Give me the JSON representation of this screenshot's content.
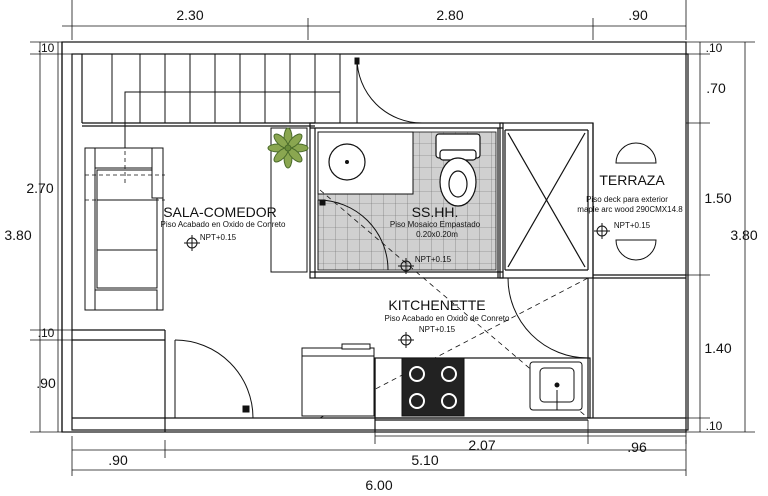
{
  "dimensions": {
    "top": [
      "2.30",
      "2.80",
      ".90"
    ],
    "left_overall": "3.80",
    "left_parts": [
      "2.70",
      ".10",
      ".90"
    ],
    "left_top": ".10",
    "right_overall": "3.80",
    "right_parts": [
      ".70",
      "1.50",
      "1.40"
    ],
    "right_top": ".10",
    "right_bottom": ".10",
    "bottom_inner": [
      "2.07",
      ".96"
    ],
    "bottom_outer": [
      ".90",
      "5.10"
    ],
    "total": "6.00"
  },
  "rooms": {
    "sala": {
      "name": "SALA-COMEDOR",
      "floor": "Piso Acabado en Oxido de Conreto",
      "level": "NPT+0.15"
    },
    "ss": {
      "name": "SS.HH.",
      "floor": "Piso Mosaico Empastado",
      "spec": "0.20x0.20m",
      "level": "NPT+0.15"
    },
    "terraza": {
      "name": "TERRAZA",
      "floor": "Piso deck para exterior",
      "spec": "maple arc wood 290CMX14.8",
      "level": "NPT+0.15"
    },
    "kitchen": {
      "name": "KITCHENETTE",
      "floor": "Piso Acabado en Oxido de Conreto",
      "level": "NPT+0.15"
    }
  }
}
